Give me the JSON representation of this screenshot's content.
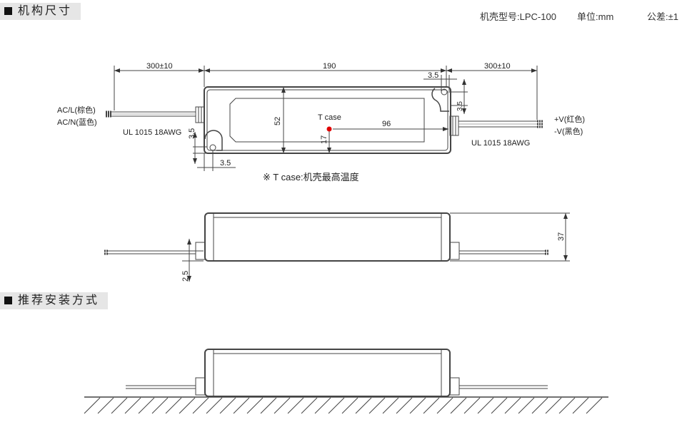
{
  "sections": {
    "dimensions_title": "机构尺寸",
    "mounting_title": "推荐安装方式"
  },
  "header_info": {
    "case_model": "机壳型号:LPC-100",
    "unit": "单位:mm",
    "tolerance": "公差:±1"
  },
  "top_view": {
    "left_wire_length": "300±10",
    "body_length": "190",
    "right_wire_length": "300±10",
    "hole_offset_top": "3.5",
    "hole_offset_right": "3.5",
    "hole_offset_left_v": "3.5",
    "hole_offset_left_h": "3.5",
    "body_width": "52",
    "tcase_label": "T case",
    "tcase_x": "96",
    "tcase_y": "17",
    "ac_l": "AC/L(棕色)",
    "ac_n": "AC/N(蓝色)",
    "v_plus": "+V(红色)",
    "v_minus": "-V(黑色)",
    "wire_left": "UL 1015 18AWG",
    "wire_right": "UL 1015 18AWG",
    "note": "※ T case:机壳最高温度"
  },
  "side_view": {
    "height": "37",
    "wire_offset": "2.5"
  },
  "colors": {
    "tcase_dot": "#e00000",
    "section_bg": "#e6e6e6"
  }
}
